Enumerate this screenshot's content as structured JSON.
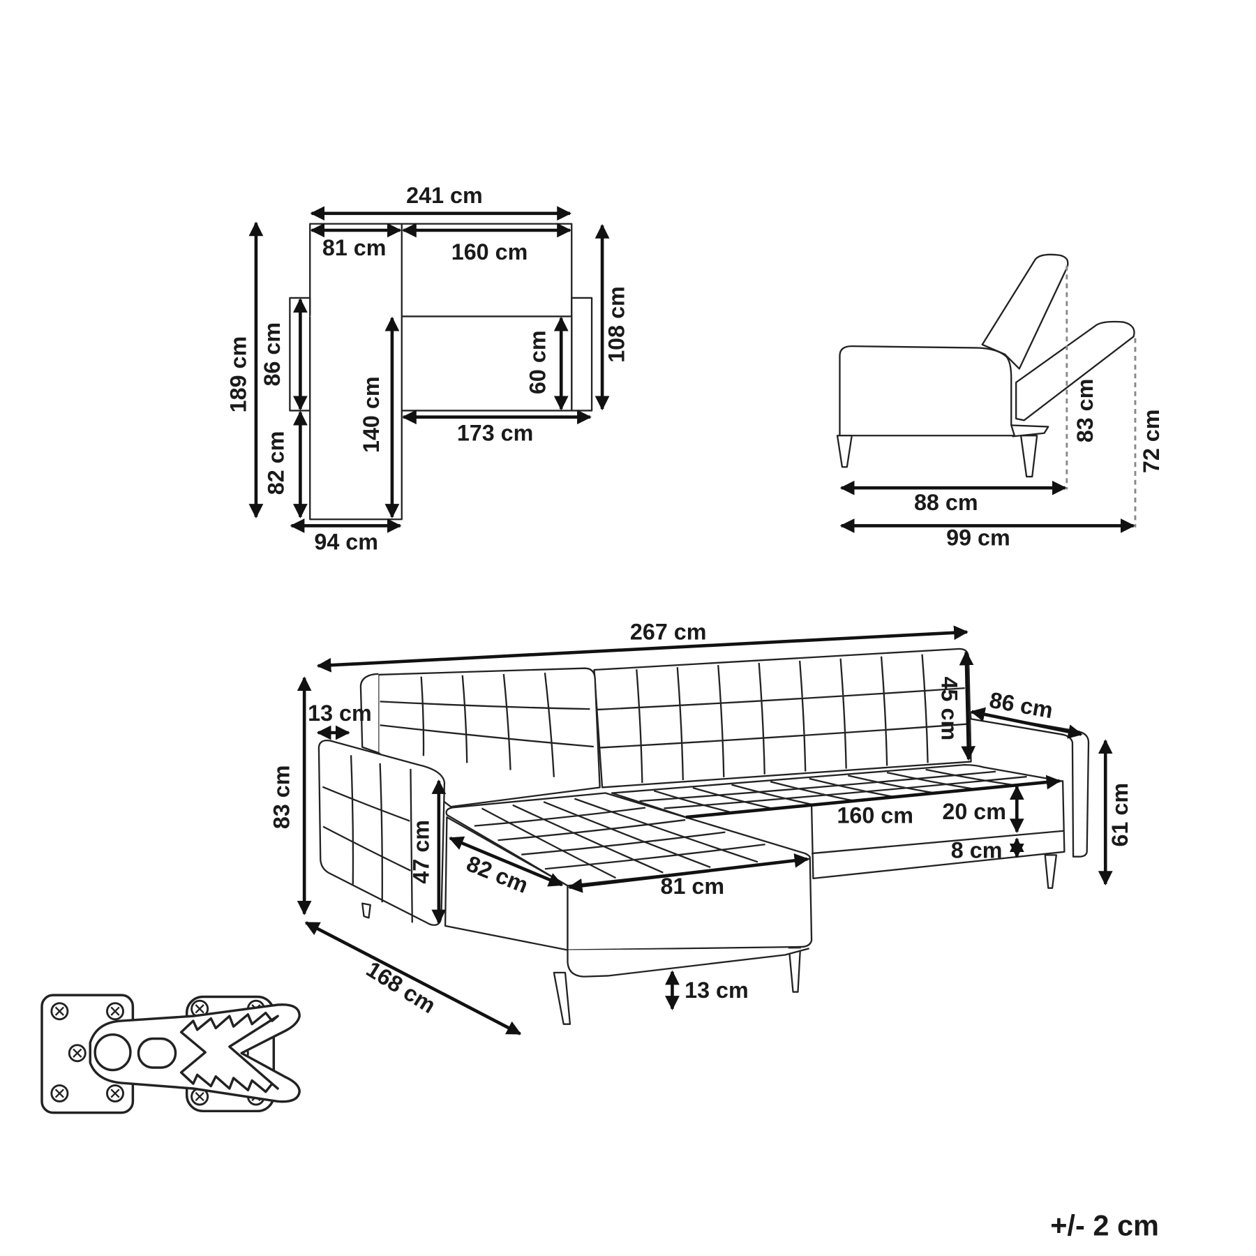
{
  "plan_view": {
    "total_width": "241 cm",
    "chaise_width": "81 cm",
    "sofa_width": "160 cm",
    "total_depth": "189 cm",
    "arm_depth": "86 cm",
    "chaise_extension": "82 cm",
    "chaise_length": "140 cm",
    "seat_depth": "60 cm",
    "sofa_depth": "108 cm",
    "sofa_width_incl_arm": "173 cm",
    "chaise_width_incl_arm": "94 cm"
  },
  "side_view": {
    "upright_height": "83 cm",
    "reclined_height": "72 cm",
    "upright_depth": "88 cm",
    "reclined_depth": "99 cm"
  },
  "perspective_view": {
    "total_width": "267 cm",
    "arm_width": "13 cm",
    "back_height": "45 cm",
    "arm_depth": "86 cm",
    "total_height": "83 cm",
    "arm_height": "47 cm",
    "chaise_depth": "82 cm",
    "chaise_width": "81 cm",
    "sofa_width": "160 cm",
    "cushion_height": "20 cm",
    "frame_height": "8 cm",
    "seat_height": "61 cm",
    "total_length": "168 cm",
    "leg_height": "13 cm"
  },
  "tolerance": "+/- 2 cm"
}
